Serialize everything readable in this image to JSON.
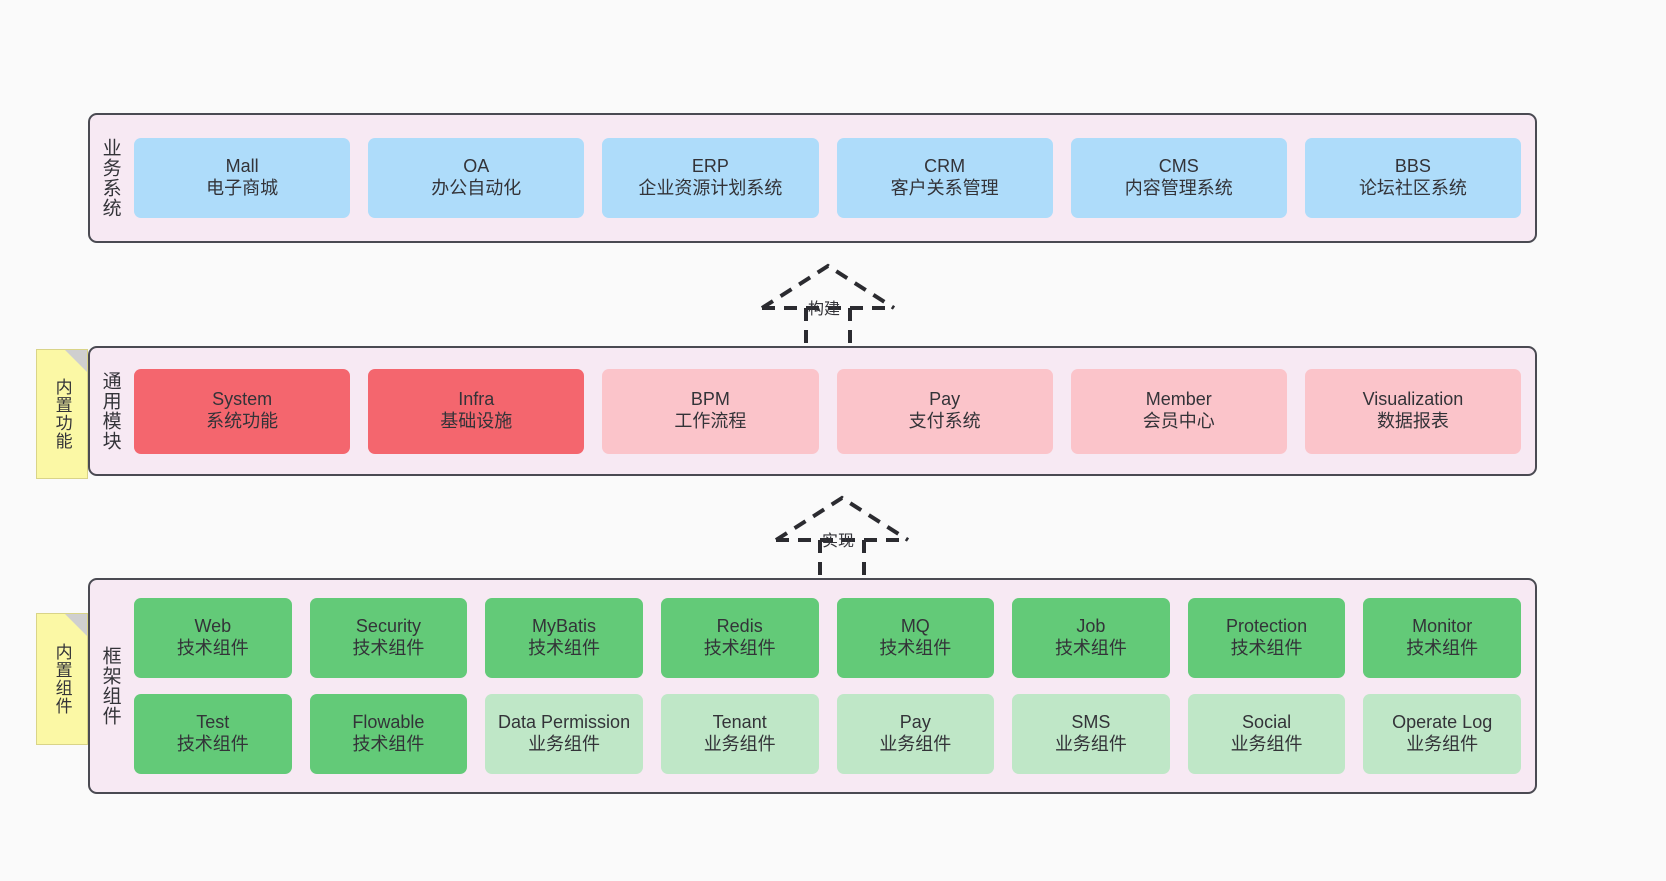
{
  "diagram": {
    "background_color": "#fafafa",
    "layer_fill": "#f7e9f3",
    "layer_border": "#4a4a52"
  },
  "layers": [
    {
      "id": "business",
      "label": "业务系统",
      "rows": [
        {
          "nodes": [
            {
              "name": "Mall",
              "sub": "电子商城",
              "color": "#aedcfa",
              "style": "blue"
            },
            {
              "name": "OA",
              "sub": "办公自动化",
              "color": "#aedcfa",
              "style": "blue"
            },
            {
              "name": "ERP",
              "sub": "企业资源计划系统",
              "color": "#aedcfa",
              "style": "blue"
            },
            {
              "name": "CRM",
              "sub": "客户关系管理",
              "color": "#aedcfa",
              "style": "blue"
            },
            {
              "name": "CMS",
              "sub": "内容管理系统",
              "color": "#aedcfa",
              "style": "blue"
            },
            {
              "name": "BBS",
              "sub": "论坛社区系统",
              "color": "#aedcfa",
              "style": "blue"
            }
          ]
        }
      ]
    },
    {
      "id": "common-modules",
      "label": "通用模块",
      "sticky": "内置功能",
      "rows": [
        {
          "nodes": [
            {
              "name": "System",
              "sub": "系统功能",
              "color": "#f4666e",
              "style": "red"
            },
            {
              "name": "Infra",
              "sub": "基础设施",
              "color": "#f4666e",
              "style": "red"
            },
            {
              "name": "BPM",
              "sub": "工作流程",
              "color": "#fbc4ca",
              "style": "pink"
            },
            {
              "name": "Pay",
              "sub": "支付系统",
              "color": "#fbc4ca",
              "style": "pink"
            },
            {
              "name": "Member",
              "sub": "会员中心",
              "color": "#fbc4ca",
              "style": "pink"
            },
            {
              "name": "Visualization",
              "sub": "数据报表",
              "color": "#fbc4ca",
              "style": "pink"
            }
          ]
        }
      ]
    },
    {
      "id": "framework-components",
      "label": "框架组件",
      "sticky": "内置组件",
      "rows": [
        {
          "nodes": [
            {
              "name": "Web",
              "sub": "技术组件",
              "color": "#63ca78",
              "style": "green"
            },
            {
              "name": "Security",
              "sub": "技术组件",
              "color": "#63ca78",
              "style": "green"
            },
            {
              "name": "MyBatis",
              "sub": "技术组件",
              "color": "#63ca78",
              "style": "green"
            },
            {
              "name": "Redis",
              "sub": "技术组件",
              "color": "#63ca78",
              "style": "green"
            },
            {
              "name": "MQ",
              "sub": "技术组件",
              "color": "#63ca78",
              "style": "green"
            },
            {
              "name": "Job",
              "sub": "技术组件",
              "color": "#63ca78",
              "style": "green"
            },
            {
              "name": "Protection",
              "sub": "技术组件",
              "color": "#63ca78",
              "style": "green"
            },
            {
              "name": "Monitor",
              "sub": "技术组件",
              "color": "#63ca78",
              "style": "green"
            }
          ]
        },
        {
          "nodes": [
            {
              "name": "Test",
              "sub": "技术组件",
              "color": "#63ca78",
              "style": "green"
            },
            {
              "name": "Flowable",
              "sub": "技术组件",
              "color": "#63ca78",
              "style": "green"
            },
            {
              "name": "Data Permission",
              "sub": "业务组件",
              "color": "#bfe7c7",
              "style": "lightgreen"
            },
            {
              "name": "Tenant",
              "sub": "业务组件",
              "color": "#bfe7c7",
              "style": "lightgreen"
            },
            {
              "name": "Pay",
              "sub": "业务组件",
              "color": "#bfe7c7",
              "style": "lightgreen"
            },
            {
              "name": "SMS",
              "sub": "业务组件",
              "color": "#bfe7c7",
              "style": "lightgreen"
            },
            {
              "name": "Social",
              "sub": "业务组件",
              "color": "#bfe7c7",
              "style": "lightgreen"
            },
            {
              "name": "Operate Log",
              "sub": "业务组件",
              "color": "#bfe7c7",
              "style": "lightgreen"
            }
          ]
        }
      ]
    }
  ],
  "connectors": [
    {
      "id": "build",
      "label": "构建",
      "from": "common-modules",
      "to": "business",
      "style": "dashed-hollow-triangle"
    },
    {
      "id": "implement",
      "label": "实现",
      "from": "framework-components",
      "to": "common-modules",
      "style": "dashed-hollow-triangle"
    }
  ]
}
